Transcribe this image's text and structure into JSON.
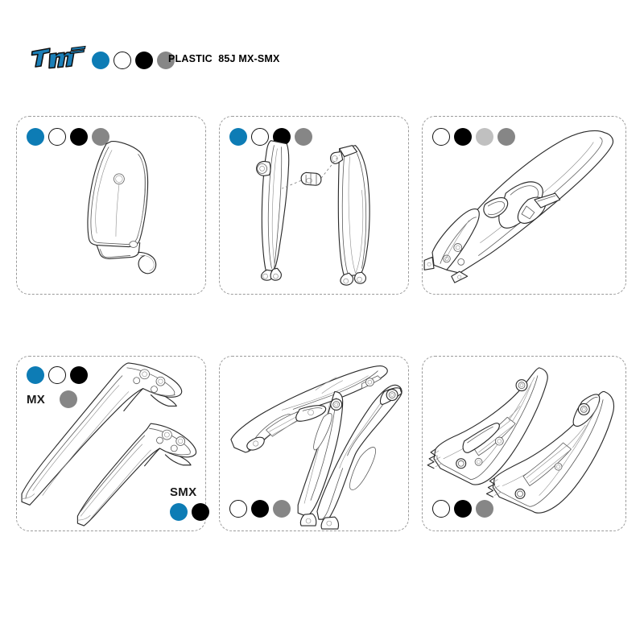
{
  "header": {
    "logo_text": "tm",
    "logo_name": "tm-racing-logo",
    "title": "PLASTIC  85J MX-SMX",
    "swatches": [
      {
        "name": "swatch-blue",
        "color": "#0d7cb5",
        "label": "blue"
      },
      {
        "name": "swatch-white",
        "color": "#ffffff",
        "label": "white"
      },
      {
        "name": "swatch-black",
        "color": "#000000",
        "label": "black"
      },
      {
        "name": "swatch-gray",
        "color": "#868686",
        "label": "gray"
      }
    ]
  },
  "panels": [
    {
      "id": "panel-front-number-plate",
      "part_name": "front-number-plate",
      "swatches": [
        {
          "color": "#0d7cb5",
          "label": "blue"
        },
        {
          "color": "#ffffff",
          "label": "white"
        },
        {
          "color": "#000000",
          "label": "black"
        },
        {
          "color": "#868686",
          "label": "gray"
        }
      ]
    },
    {
      "id": "panel-fork-guards",
      "part_name": "fork-guards",
      "swatches": [
        {
          "color": "#0d7cb5",
          "label": "blue"
        },
        {
          "color": "#ffffff",
          "label": "white"
        },
        {
          "color": "#000000",
          "label": "black"
        },
        {
          "color": "#868686",
          "label": "gray"
        }
      ]
    },
    {
      "id": "panel-rear-fender",
      "part_name": "rear-fender",
      "swatches": [
        {
          "color": "#ffffff",
          "label": "white"
        },
        {
          "color": "#000000",
          "label": "black"
        },
        {
          "color": "#c0c0c0",
          "label": "light-gray"
        },
        {
          "color": "#868686",
          "label": "gray"
        }
      ]
    },
    {
      "id": "panel-front-fenders",
      "part_name": "front-fenders",
      "group_mx_label": "MX",
      "group_smx_label": "SMX",
      "swatches_mx": [
        {
          "color": "#0d7cb5",
          "label": "blue"
        },
        {
          "color": "#ffffff",
          "label": "white"
        },
        {
          "color": "#000000",
          "label": "black"
        },
        {
          "color": "#868686",
          "label": "gray"
        }
      ],
      "swatches_smx": [
        {
          "color": "#0d7cb5",
          "label": "blue"
        },
        {
          "color": "#000000",
          "label": "black"
        }
      ]
    },
    {
      "id": "panel-radiator-shrouds",
      "part_name": "radiator-shrouds",
      "swatches": [
        {
          "color": "#ffffff",
          "label": "white"
        },
        {
          "color": "#000000",
          "label": "black"
        },
        {
          "color": "#868686",
          "label": "gray"
        }
      ]
    },
    {
      "id": "panel-side-panels",
      "part_name": "side-panels",
      "swatches": [
        {
          "color": "#ffffff",
          "label": "white"
        },
        {
          "color": "#000000",
          "label": "black"
        },
        {
          "color": "#868686",
          "label": "gray"
        }
      ]
    }
  ]
}
